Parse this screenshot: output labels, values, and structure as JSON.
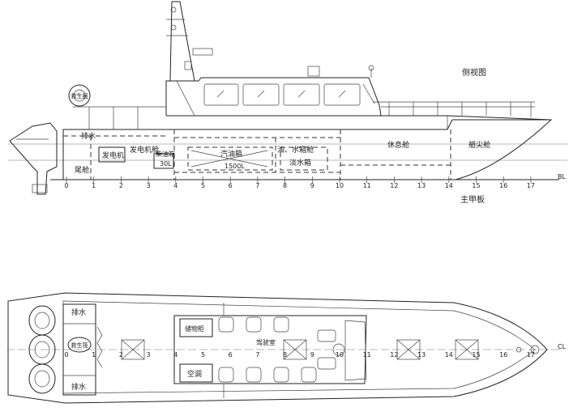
{
  "side_view": {
    "title": "侧视图",
    "subtitle": "主甲板",
    "baseline_label": "BL",
    "compartments": {
      "lifesaving": "救生圈",
      "drain": "排水",
      "stern": "尾舱",
      "generator": "发电机",
      "generator_room": "发电机舱",
      "diesel_tank": "柴油箱",
      "diesel_volume": "30L",
      "fuel_tank": "汽油箱",
      "fuel_volume": "1500L",
      "oil_water_room": "油、水箱舱",
      "fresh_water": "淡水箱",
      "rest_room": "休息舱",
      "bow_room": "艏尖舱"
    },
    "frames": [
      "0",
      "1",
      "2",
      "3",
      "4",
      "5",
      "6",
      "7",
      "8",
      "9",
      "10",
      "11",
      "12",
      "13",
      "14",
      "15",
      "16",
      "17"
    ]
  },
  "plan_view": {
    "centerline_label": "CL",
    "labels": {
      "drain_top": "排水",
      "drain_bottom": "排水",
      "liferaft": "救生筏",
      "storage": "储物柜",
      "aircon": "空调",
      "wheelhouse": "驾驶室"
    },
    "frames": [
      "0",
      "1",
      "2",
      "3",
      "4",
      "5",
      "6",
      "7",
      "8",
      "9",
      "10",
      "11",
      "12",
      "13",
      "14",
      "15",
      "16",
      "17"
    ]
  }
}
